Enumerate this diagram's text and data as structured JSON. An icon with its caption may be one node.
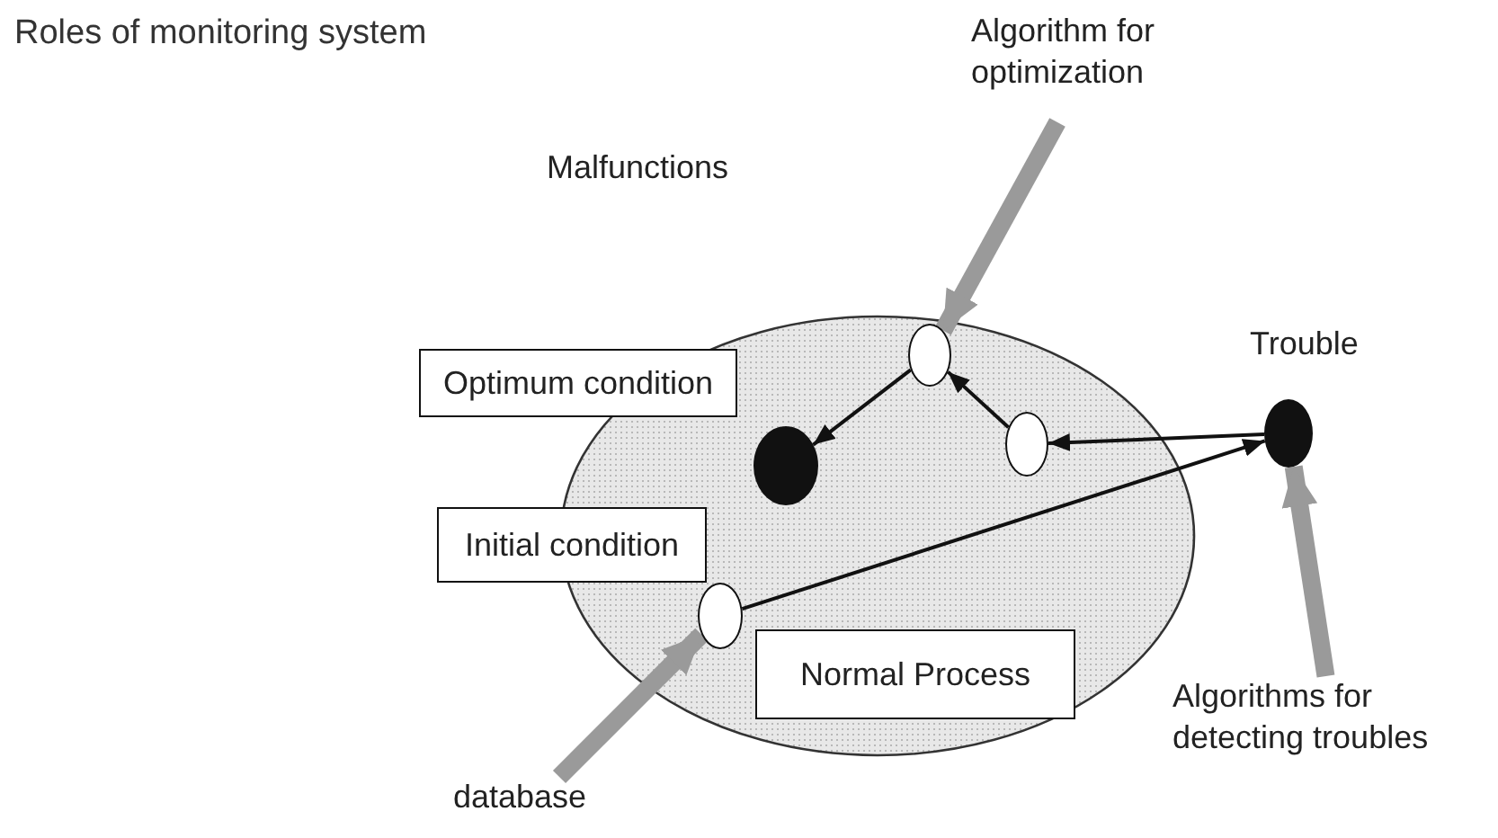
{
  "diagram": {
    "title": "Roles of monitoring system",
    "nodes": [
      {
        "text": [
          "Optimum condition"
        ]
      },
      {
        "text": [],
        "shape": "circle"
      },
      {
        "text": [],
        "shape": "circle"
      },
      {
        "text": [],
        "shape": "circle"
      },
      {
        "text": [],
        "shape": "circle",
        "beside": [
          "Trouble"
        ]
      },
      {
        "text": [
          "Initial condition"
        ]
      },
      {
        "text": [],
        "shape": "circle"
      },
      {
        "text": [
          "Normal Process"
        ]
      },
      {
        "text": [
          "Algorithm for optimization"
        ]
      },
      {
        "text": [
          "Algorithms for detecting troubles"
        ]
      },
      {
        "text": [
          "database"
        ]
      }
    ],
    "edges": [
      {
        "from": 6,
        "to": 4,
        "arrow": "to"
      },
      {
        "from": 4,
        "to": 3,
        "arrow": "to"
      },
      {
        "from": 3,
        "to": 2,
        "arrow": "to"
      },
      {
        "from": 2,
        "to": 1,
        "arrow": "to"
      },
      {
        "from": 8,
        "to": 2,
        "arrow": "to",
        "style": "thick",
        "color": "#9a9a9a"
      },
      {
        "from": 9,
        "to": 4,
        "arrow": "to",
        "style": "thick",
        "color": "#9a9a9a"
      },
      {
        "from": 10,
        "to": 6,
        "arrow": "to",
        "style": "thick",
        "color": "#9a9a9a"
      }
    ],
    "labels": [
      "Malfunctions"
    ]
  }
}
